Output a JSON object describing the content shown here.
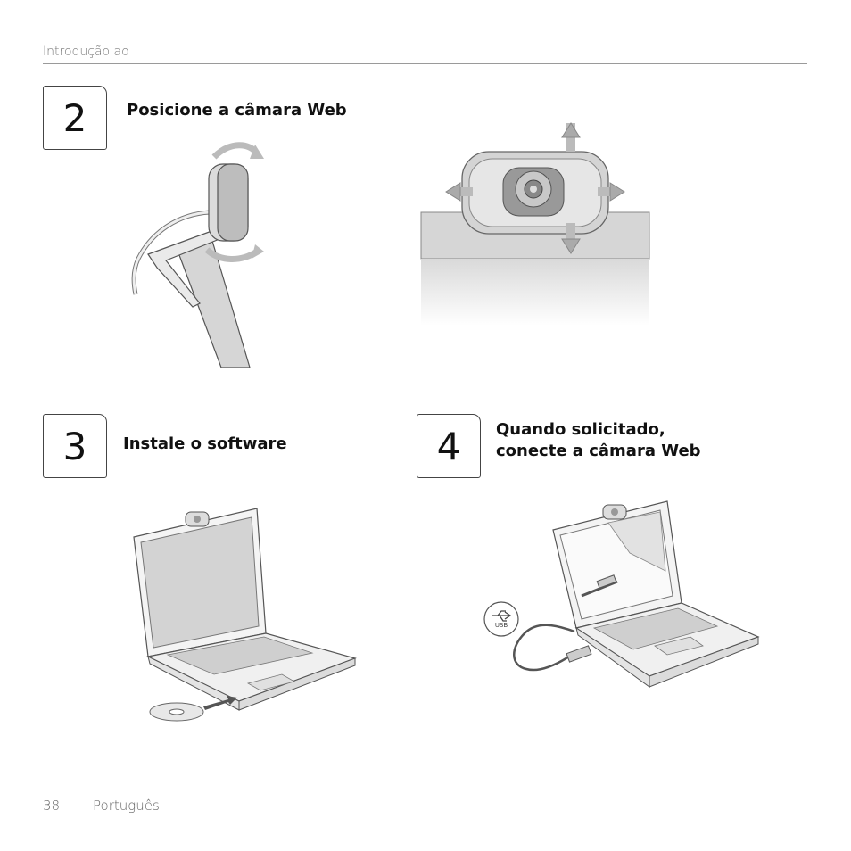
{
  "header": {
    "section": "Introdução ao"
  },
  "steps": [
    {
      "number": "2",
      "title": "Posicione a câmara Web"
    },
    {
      "number": "3",
      "title": "Instale o software"
    },
    {
      "number": "4",
      "title_line1": "Quando solicitado,",
      "title_line2": "conecte a câmara Web"
    }
  ],
  "illustrations": {
    "usb_label": "USB",
    "icons": [
      "rotate-arrow-icon",
      "move-arrows-icon",
      "usb-icon",
      "cd-disc-icon",
      "insert-arrow-icon"
    ]
  },
  "footer": {
    "page_number": "38",
    "language": "Português"
  },
  "colors": {
    "text": "#1a1a1a",
    "rule": "#9a9a9a",
    "illustration_gray": "#cfcfcf"
  }
}
